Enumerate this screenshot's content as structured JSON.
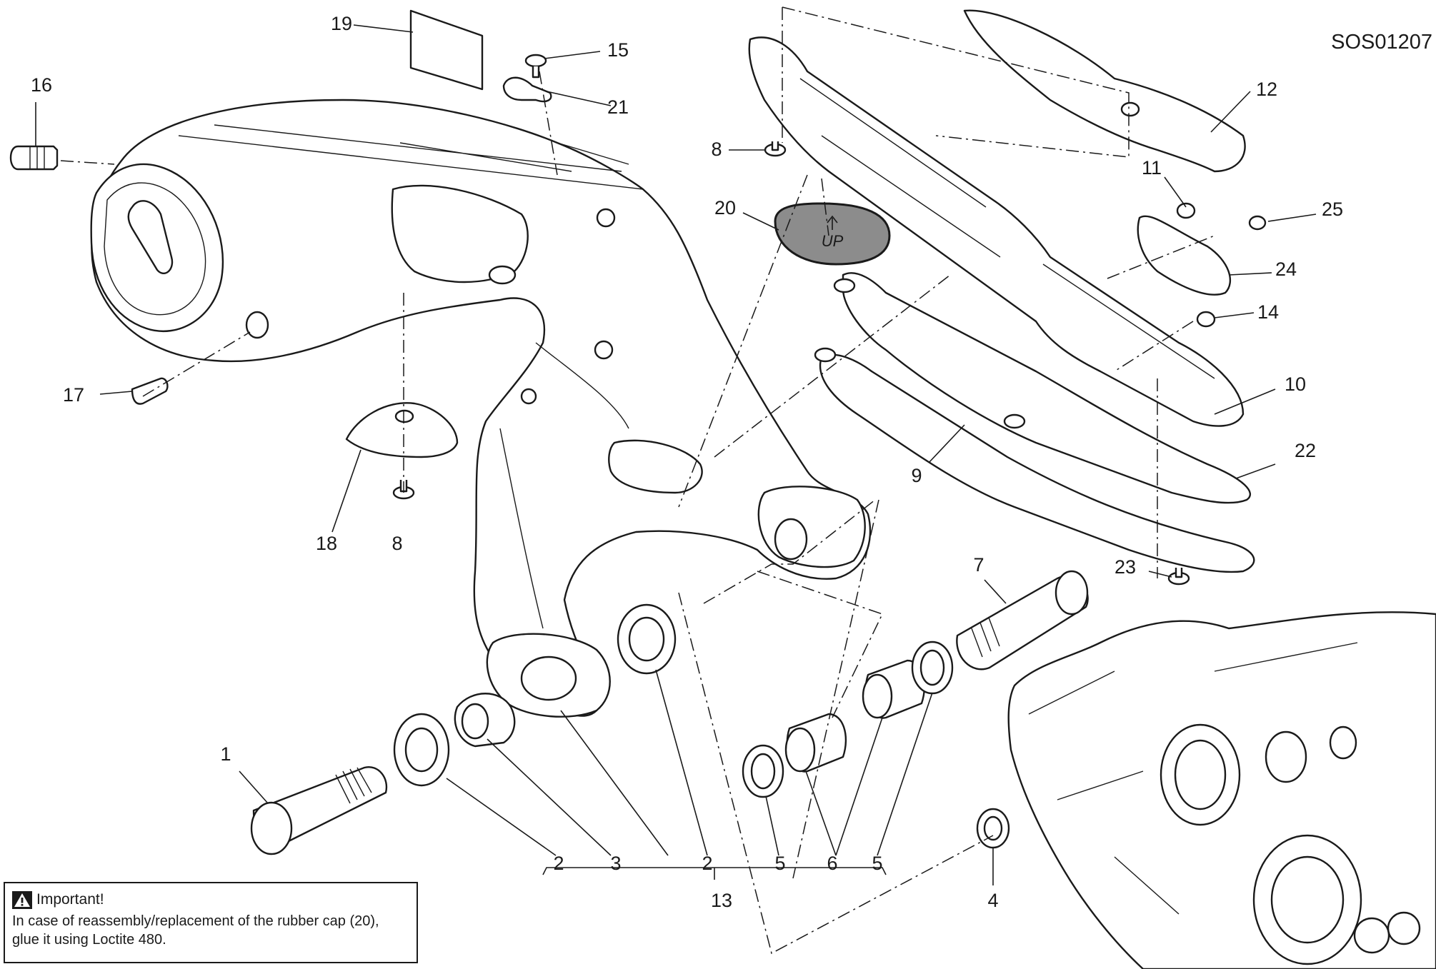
{
  "diagram_code": "SOS01207",
  "callouts": {
    "c1": "1",
    "c2a": "2",
    "c2b": "2",
    "c3": "3",
    "c4": "4",
    "c5a": "5",
    "c5b": "5",
    "c6": "6",
    "c7": "7",
    "c8a": "8",
    "c8b": "8",
    "c9": "9",
    "c10": "10",
    "c11": "11",
    "c12": "12",
    "c13": "13",
    "c14": "14",
    "c15": "15",
    "c16": "16",
    "c17": "17",
    "c18": "18",
    "c19": "19",
    "c20": "20",
    "c21": "21",
    "c22": "22",
    "c23": "23",
    "c24": "24",
    "c25": "25"
  },
  "rubber_cap_text": "UP",
  "note": {
    "title": "Important!",
    "text": "In case of reassembly/replacement of the rubber cap (20), glue it using Loctite 480."
  },
  "colors": {
    "line": "#1a1a1a",
    "cap_fill": "#8c8c8c",
    "background": "#ffffff"
  }
}
